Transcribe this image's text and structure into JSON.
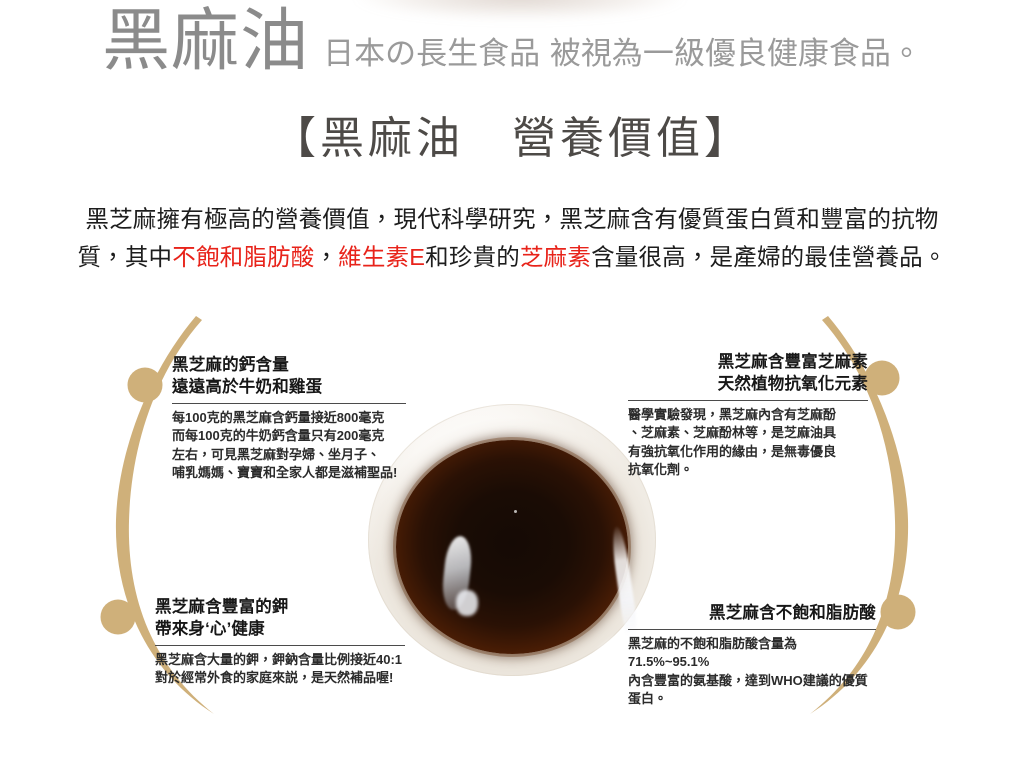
{
  "page": {
    "background_color": "#ffffff",
    "accent_gold": "#cfb07a",
    "highlight_red": "#e8231a",
    "heading_gray": "#8b8b8b",
    "title_gray": "#4d4a47"
  },
  "header": {
    "brand": "黑麻油",
    "subtitle": "日本の長生食品 被視為一級優良健康食品。"
  },
  "section": {
    "title": "【黑麻油　營養價值】"
  },
  "intro": {
    "line1_a": "黑芝麻擁有極高的營養價值，現代科學研究，黑芝麻含有優質蛋白質和豐富的抗物",
    "line2_a": "質，其中",
    "line2_hl1": "不飽和脂肪酸",
    "line2_b": "，",
    "line2_hl2": "維生素E",
    "line2_c": "和珍貴的",
    "line2_hl3": "芝麻素",
    "line2_d": "含量很高，是產婦的最佳營養品。"
  },
  "center_image": {
    "alt": "一碗黑麻油",
    "name": "bowl-of-black-sesame-oil-photo"
  },
  "info_blocks": [
    {
      "id": "top-left",
      "heading": "黑芝麻的鈣含量\n遠遠高於牛奶和雞蛋",
      "body": "每100克的黑芝麻含鈣量接近800毫克\n而每100克的牛奶鈣含量只有200毫克\n左右，可見黑芝麻對孕婦、坐月子、\n哺乳媽媽、寶寶和全家人都是滋補聖品!"
    },
    {
      "id": "top-right",
      "heading": "黑芝麻含豐富芝麻素\n天然植物抗氧化元素",
      "body": "醫學實驗發現，黑芝麻內含有芝麻酚\n、芝麻素、芝麻酚林等，是芝麻油具\n有強抗氧化作用的緣由，是無毒優良\n抗氧化劑。"
    },
    {
      "id": "bottom-left",
      "heading": "黑芝麻含豐富的鉀\n帶來身‘心’健康",
      "body": "黑芝麻含大量的鉀，鉀鈉含量比例接近40:1\n對於經常外食的家庭來説，是天然補品喔!"
    },
    {
      "id": "bottom-right",
      "heading": "黑芝麻含不飽和脂肪酸",
      "body": "黑芝麻的不飽和脂肪酸含量為71.5%~95.1%\n內含豐富的氨基酸，達到WHO建議的優質\n蛋白。"
    }
  ],
  "decoration": {
    "arc_color": "#cfb07a",
    "node_count": 4,
    "node_label": "connector-dot"
  }
}
